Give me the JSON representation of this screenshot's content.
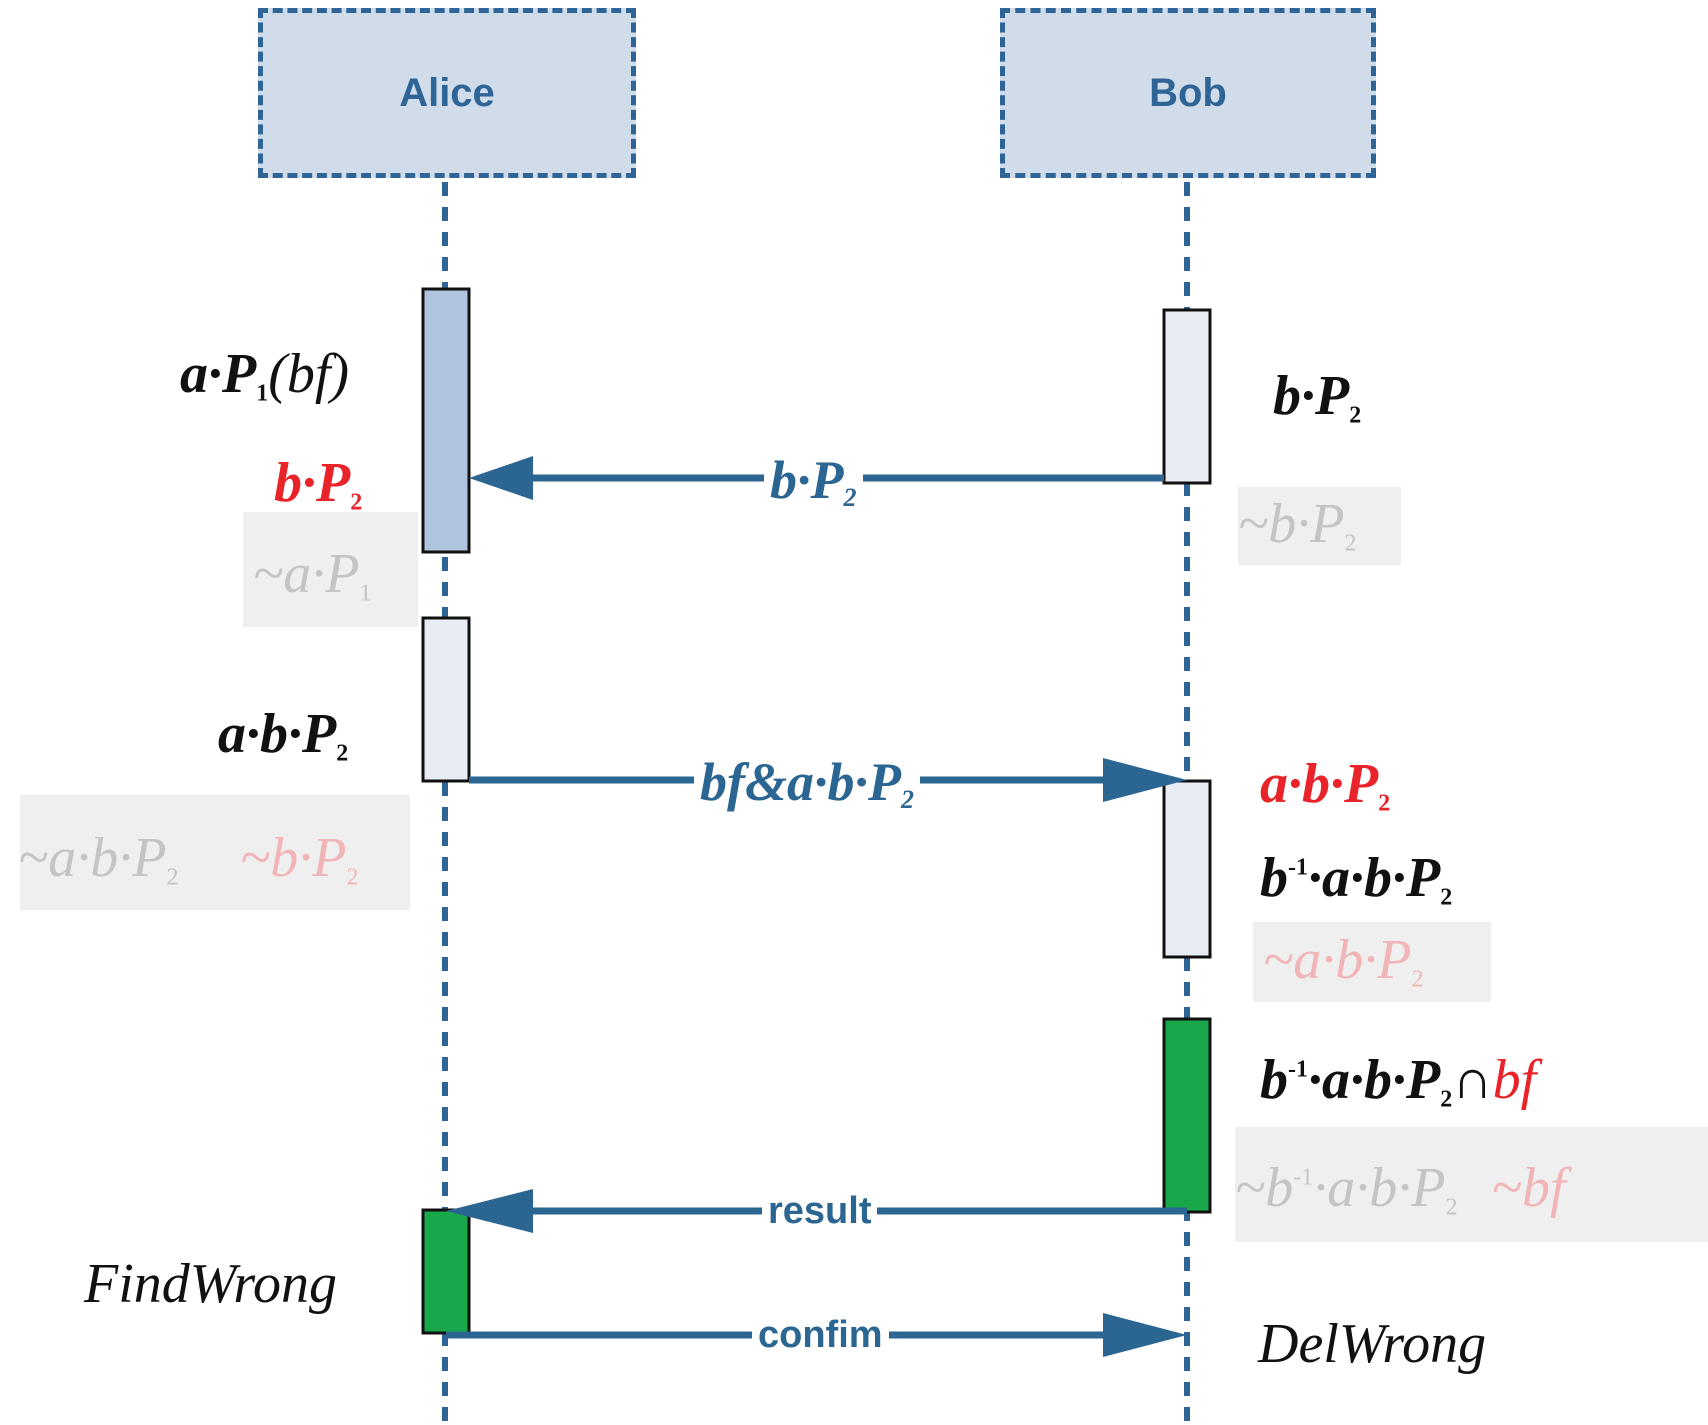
{
  "actors": {
    "alice": "Alice",
    "bob": "Bob"
  },
  "colors": {
    "lifeline": "#2f6596",
    "arrow": "#2b6592",
    "activation_light": "#e8ecf4",
    "activation_blue": "#b0c4e0",
    "activation_green": "#18a84a",
    "highlight": "#e8242a",
    "ghost_text": "#c4c4c4",
    "ghost_highlight": "#f2b5b7",
    "ghost_box": "#efefef"
  },
  "messages": {
    "m1": {
      "base": "b·P",
      "sub": "2"
    },
    "m2": {
      "base": "bf&a·b·P",
      "sub": "2"
    },
    "m3": "result",
    "m4": "confim"
  },
  "labels": {
    "alice_aP1": {
      "base": "a·P",
      "sub": "1",
      "tail": "(bf)"
    },
    "alice_bP2": {
      "base": "b·P",
      "sub": "2"
    },
    "alice_aP1_removed": {
      "base": "~a·P",
      "sub": "1"
    },
    "alice_abP2": {
      "base": "a·b·P",
      "sub": "2"
    },
    "alice_abP2_removed": {
      "base": "~a·b·P",
      "sub": "2"
    },
    "alice_bP2_removed": {
      "base": "~b·P",
      "sub": "2"
    },
    "alice_findwrong": "FindWrong",
    "bob_bP2": {
      "base": "b·P",
      "sub": "2"
    },
    "bob_bP2_removed": {
      "base": "~b·P",
      "sub": "2"
    },
    "bob_abP2": {
      "base": "a·b·P",
      "sub": "2"
    },
    "bob_inv": {
      "b": "b",
      "sup": "-1",
      "rest": "·a·b·P",
      "sub": "2"
    },
    "bob_abP2_removed": {
      "base": "~a·b·P",
      "sub": "2"
    },
    "bob_intersect": {
      "b": "b",
      "sup": "-1",
      "rest": "·a·b·P",
      "sub": "2",
      "op": "∩",
      "bf": "bf"
    },
    "bob_intersect_removed": {
      "b": "~b",
      "sup": "-1",
      "rest": "·a·b·P",
      "sub": "2",
      "bf": "~bf"
    },
    "bob_delwrong": "DelWrong"
  }
}
